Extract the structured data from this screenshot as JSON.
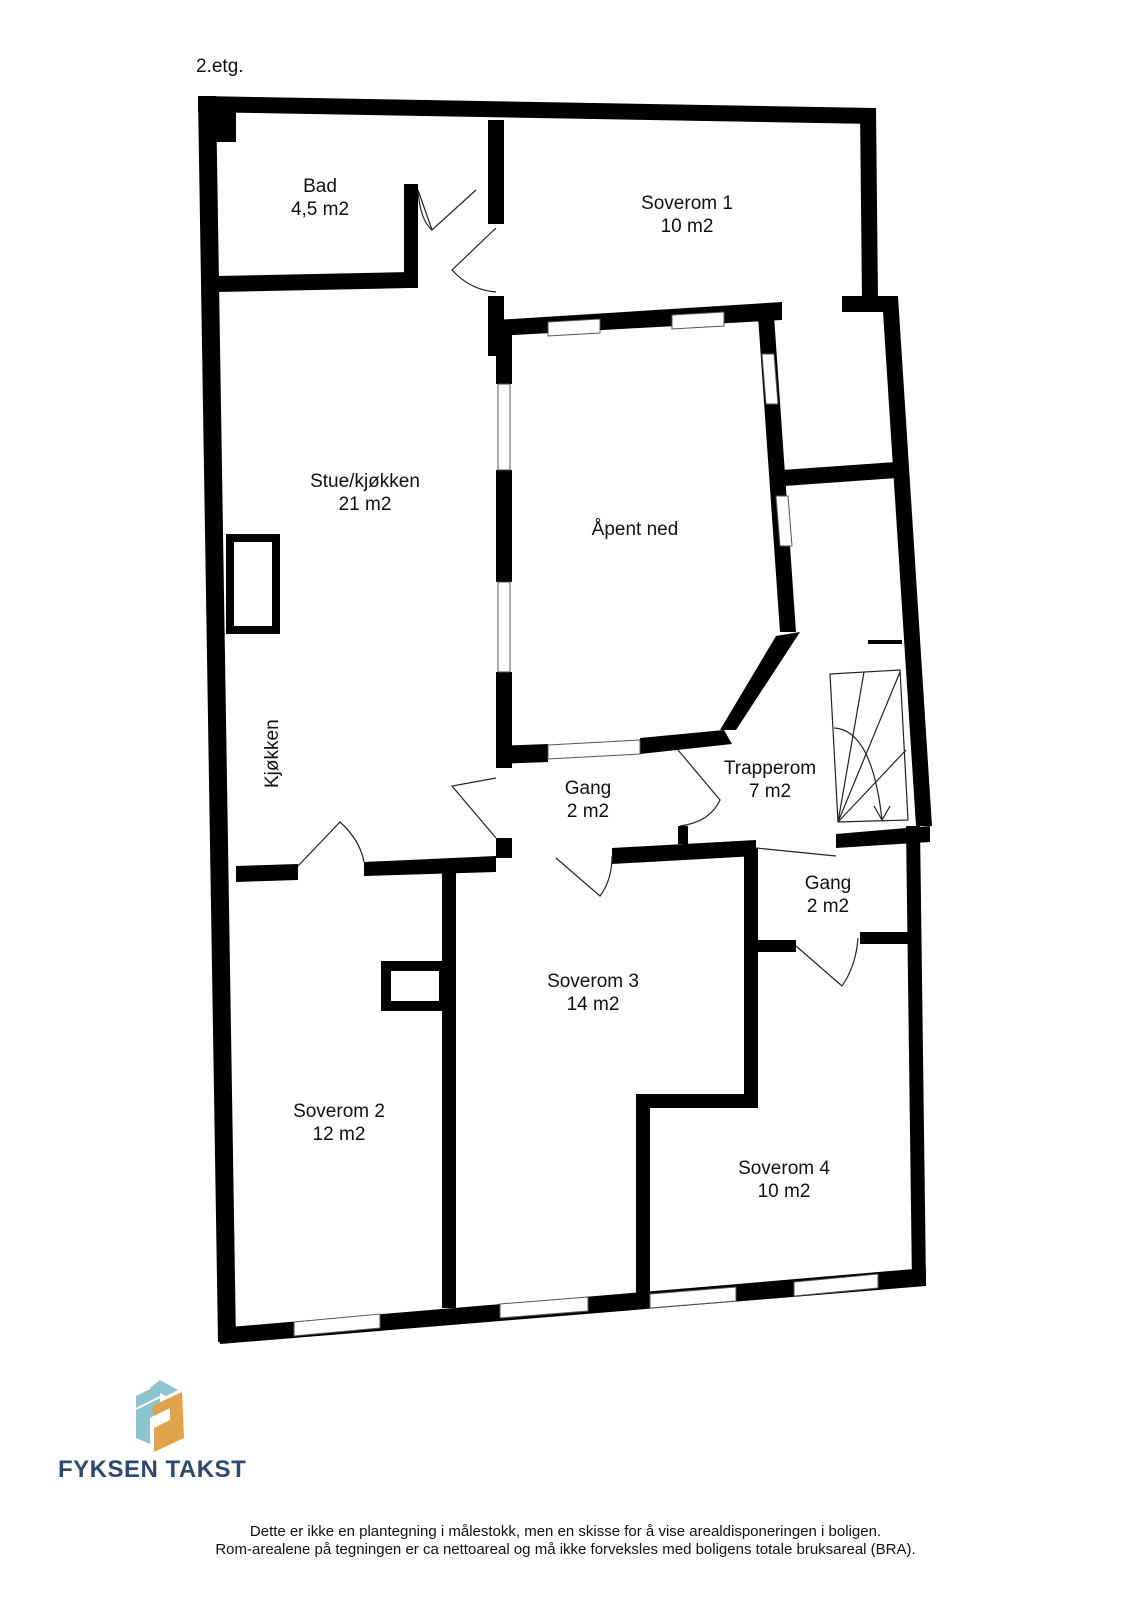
{
  "floor_label": "2.etg.",
  "rooms": [
    {
      "name": "Bad",
      "area": "4,5 m2"
    },
    {
      "name": "Soverom 1",
      "area": "10 m2"
    },
    {
      "name": "Stue/kjøkken",
      "area": "21 m2"
    },
    {
      "name": "Åpent ned",
      "area": ""
    },
    {
      "name": "Trapperom",
      "area": "7 m2"
    },
    {
      "name": "Gang",
      "area": "2 m2"
    },
    {
      "name": "Gang",
      "area": "2 m2"
    },
    {
      "name": "Soverom 3",
      "area": "14 m2"
    },
    {
      "name": "Soverom 2",
      "area": "12 m2"
    },
    {
      "name": "Soverom 4",
      "area": "10 m2"
    }
  ],
  "kitchen_label": "Kjøkken",
  "brand": {
    "name": "FYKSEN TAKST",
    "colors": {
      "blue": "#8ec3d0",
      "orange": "#e0a24a",
      "text": "#2b4a72"
    }
  },
  "disclaimer": {
    "line1": "Dette er ikke en plantegning i målestokk, men en skisse for å vise arealdisponeringen i boligen.",
    "line2": "Rom-arealene på tegningen er ca nettoareal og må ikke forveksles med boligens totale bruksareal (BRA)."
  }
}
